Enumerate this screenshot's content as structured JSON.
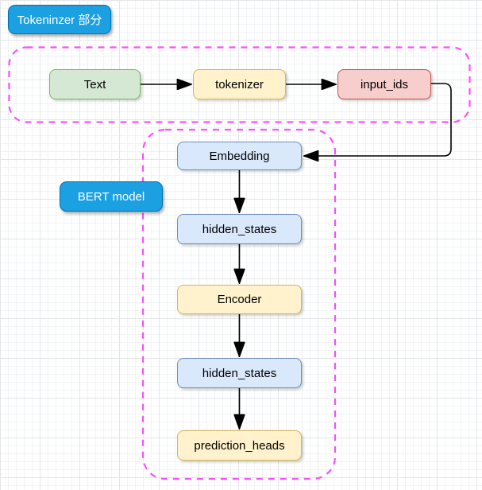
{
  "diagram": {
    "section_labels": [
      {
        "id": "tokenizer-section",
        "text": "Tokeninzer 部分",
        "fill": "#1BA1E2",
        "border": "#006EAF",
        "text_color": "#FFFFFF"
      },
      {
        "id": "bert-model",
        "text": "BERT model",
        "fill": "#1BA1E2",
        "border": "#006EAF",
        "text_color": "#FFFFFF"
      }
    ],
    "containers": [
      {
        "id": "tokenizer-group",
        "style": "dashed rounded rectangle",
        "border_color": "#FF4DFF"
      },
      {
        "id": "bert-model-group",
        "style": "dashed rounded rectangle",
        "border_color": "#FF4DFF"
      }
    ],
    "nodes": [
      {
        "id": "text",
        "label": "Text",
        "fill": "#D5E8D4",
        "border": "#82B366"
      },
      {
        "id": "tokenizer",
        "label": "tokenizer",
        "fill": "#FFF2CC",
        "border": "#D6B656"
      },
      {
        "id": "input-ids",
        "label": "input_ids",
        "fill": "#F8CECC",
        "border": "#B85450"
      },
      {
        "id": "embedding",
        "label": "Embedding",
        "fill": "#DAE8FC",
        "border": "#6C8EBF"
      },
      {
        "id": "hidden-states-1",
        "label": "hidden_states",
        "fill": "#DAE8FC",
        "border": "#6C8EBF"
      },
      {
        "id": "encoder",
        "label": "Encoder",
        "fill": "#FFF2CC",
        "border": "#D6B656"
      },
      {
        "id": "hidden-states-2",
        "label": "hidden_states",
        "fill": "#DAE8FC",
        "border": "#6C8EBF"
      },
      {
        "id": "prediction-heads",
        "label": "prediction_heads",
        "fill": "#FFF2CC",
        "border": "#D6B656"
      }
    ],
    "edges": [
      {
        "from": "text",
        "to": "tokenizer"
      },
      {
        "from": "tokenizer",
        "to": "input-ids"
      },
      {
        "from": "input-ids",
        "to": "embedding"
      },
      {
        "from": "embedding",
        "to": "hidden-states-1"
      },
      {
        "from": "hidden-states-1",
        "to": "encoder"
      },
      {
        "from": "encoder",
        "to": "hidden-states-2"
      },
      {
        "from": "hidden-states-2",
        "to": "prediction-heads"
      }
    ],
    "edge_color": "#000000",
    "background": {
      "grid": "on",
      "grid_minor_color": "#F1F3F4",
      "grid_major_color": "#E3E6E8"
    }
  }
}
